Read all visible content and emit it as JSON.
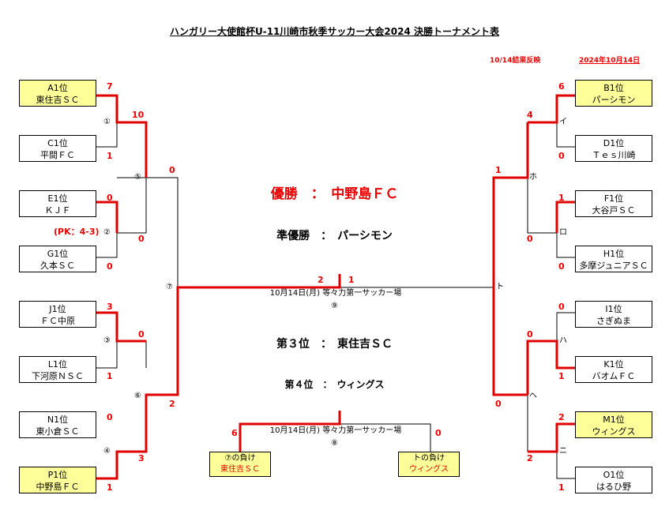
{
  "title": "ハンガリー大使館杯U-11川崎市秋季サッカー大会2024 決勝トーナメント表",
  "header": {
    "updated": "10/14結果反映",
    "date": "2024年10月14日"
  },
  "teams_left": [
    {
      "pos": "A1位",
      "name": "東住吉ＳＣ",
      "winner": true
    },
    {
      "pos": "C1位",
      "name": "平間ＦＣ",
      "winner": false
    },
    {
      "pos": "E1位",
      "name": "ＫＪＦ",
      "winner": false
    },
    {
      "pos": "G1位",
      "name": "久本ＳＣ",
      "winner": false
    },
    {
      "pos": "J1位",
      "name": "ＦＣ中原",
      "winner": false
    },
    {
      "pos": "L1位",
      "name": "下河原ＮＳＣ",
      "winner": false
    },
    {
      "pos": "N1位",
      "name": "東小倉ＳＣ",
      "winner": false
    },
    {
      "pos": "P1位",
      "name": "中野島ＦＣ",
      "winner": true
    }
  ],
  "teams_right": [
    {
      "pos": "B1位",
      "name": "パーシモン",
      "winner": true
    },
    {
      "pos": "D1位",
      "name": "Ｔｅｓ川崎",
      "winner": false
    },
    {
      "pos": "F1位",
      "name": "大谷戸ＳＣ",
      "winner": false
    },
    {
      "pos": "H1位",
      "name": "多摩ジュニアＳＣ",
      "winner": false
    },
    {
      "pos": "I1位",
      "name": "さぎぬま",
      "winner": false
    },
    {
      "pos": "K1位",
      "name": "バオムＦＣ",
      "winner": false
    },
    {
      "pos": "M1位",
      "name": "ウィングス",
      "winner": true
    },
    {
      "pos": "O1位",
      "name": "はるひ野",
      "winner": false
    }
  ],
  "scores_left": [
    "7",
    "1",
    "0",
    "0",
    "3",
    "1",
    "0",
    "1"
  ],
  "scores_left_r2": [
    "10",
    "0",
    "0",
    "3"
  ],
  "scores_left_r3": [
    "0",
    "2"
  ],
  "pk_note": "(PK：4-3)",
  "scores_right": [
    "6",
    "0",
    "1",
    "0",
    "0",
    "1",
    "2",
    "1"
  ],
  "scores_right_r2": [
    "4",
    "0",
    "0",
    "2"
  ],
  "scores_right_r3": [
    "1",
    "0"
  ],
  "nodes_left": {
    "n1": "①",
    "n2": "②",
    "n3": "③",
    "n4": "④",
    "n5": "⑤",
    "n6": "⑥",
    "n7": "⑦"
  },
  "nodes_right": {
    "a": "イ",
    "b": "ロ",
    "c": "ハ",
    "d": "ニ",
    "e": "ホ",
    "f": "ヘ",
    "g": "ト"
  },
  "final": {
    "score_left": "2",
    "score_right": "1",
    "node": "⑨",
    "venue": "10月14日(月) 等々力第一サッカー場"
  },
  "third": {
    "score_left": "6",
    "score_right": "0",
    "node": "⑧",
    "venue": "10月14日(月) 等々力第一サッカー場",
    "left_label": "⑦の負け",
    "left_team": "東住吉ＳＣ",
    "right_label": "トの負け",
    "right_team": "ウィングス"
  },
  "results": {
    "champion": "優勝　：　中野島ＦＣ",
    "runner_up": "準優勝　：　パーシモン",
    "third": "第３位　：　東住吉ＳＣ",
    "fourth": "第４位　：　ウィングス"
  },
  "colors": {
    "accent": "#e00000",
    "winner_fill": "#ffff99"
  }
}
